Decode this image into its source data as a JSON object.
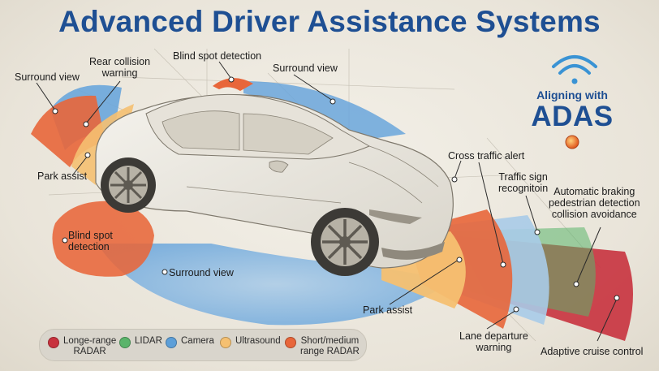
{
  "title": "Advanced Driver Assistance Systems",
  "brand": {
    "tagline": "Aligning with",
    "name": "ADAS",
    "icon": "wifi-signal-icon"
  },
  "labels": {
    "surround_view_left": "Surround view",
    "rear_collision": "Rear collision\nwarning",
    "blind_spot_top": "Blind spot detection",
    "surround_view_top": "Surround view",
    "park_assist_left": "Park assist",
    "blind_spot_left": "Blind spot\ndetection",
    "surround_view_bottom": "Surround view",
    "cross_traffic": "Cross traffic alert",
    "traffic_sign": "Traffic sign\nrecognitoin",
    "auto_braking": "Automatic braking\npedestrian detection\ncollision avoidance",
    "park_assist_front": "Park assist",
    "lane_departure": "Lane departure\nwarning",
    "adaptive_cruise": "Adaptive cruise control"
  },
  "legend": [
    {
      "label": "Longe-range\nRADAR",
      "color": "#c8323e"
    },
    {
      "label": "LIDAR",
      "color": "#5ab46a"
    },
    {
      "label": "Camera",
      "color": "#5d9fd8"
    },
    {
      "label": "Ultrasound",
      "color": "#f5c071"
    },
    {
      "label": "Short/medium\nrange RADAR",
      "color": "#e8663a"
    }
  ],
  "colors": {
    "title": "#1e4f93",
    "long_radar": "#c8323e",
    "lidar": "#5ab46a",
    "camera": "#5d9fd8",
    "ultrasound": "#f5c071",
    "short_radar": "#e8663a"
  }
}
